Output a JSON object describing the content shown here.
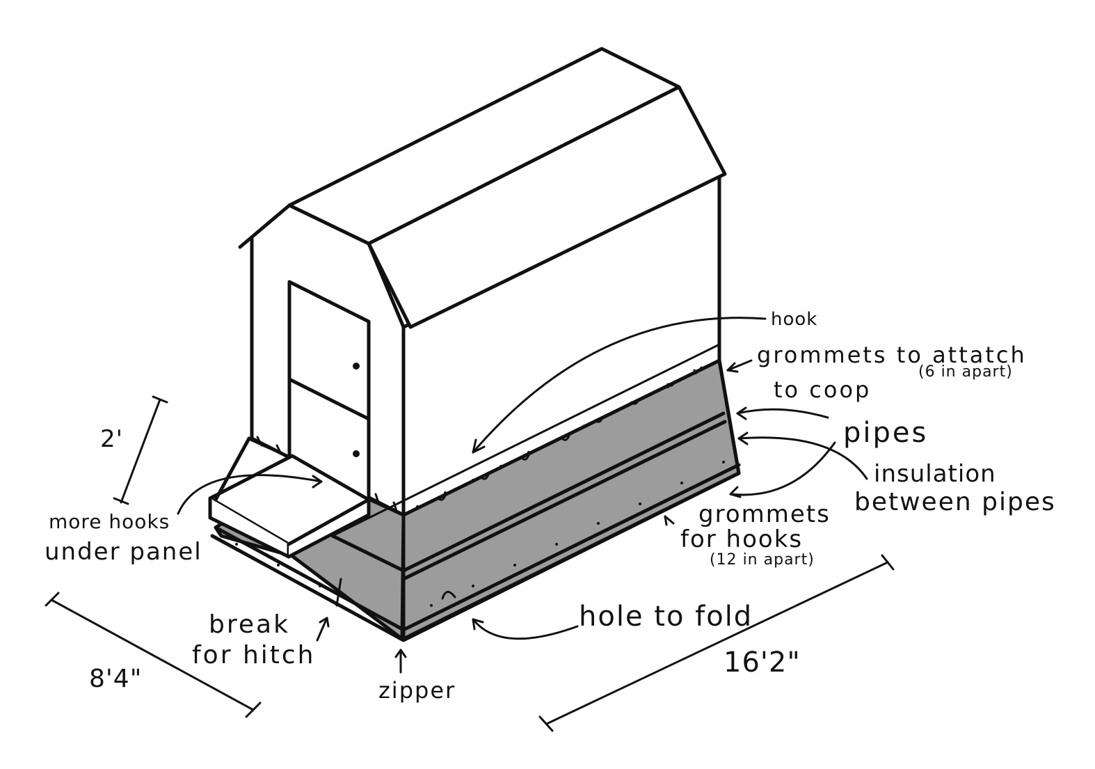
{
  "labels": {
    "hook": "hook",
    "grommets_attach_line1": "grommets to attatch",
    "grommets_attach_line2": "to coop",
    "grommets_attach_spacing": "(6 in apart)",
    "pipes": "pipes",
    "insulation_line1": "insulation",
    "insulation_line2": "between pipes",
    "grommets_hooks_line1": "grommets",
    "grommets_hooks_line2": "for hooks",
    "grommets_hooks_spacing": "(12 in apart)",
    "hole_to_fold": "hole to fold",
    "zipper": "zipper",
    "break_line1": "break",
    "break_line2": "for hitch",
    "more_hooks_line1": "more hooks",
    "more_hooks_line2": "under panel"
  },
  "dimensions": {
    "height": "2'",
    "width": "8'4\"",
    "length": "16'2\""
  },
  "colors": {
    "stroke": "#111111",
    "panel_fill": "#9c9c9c",
    "paper": "#ffffff"
  }
}
